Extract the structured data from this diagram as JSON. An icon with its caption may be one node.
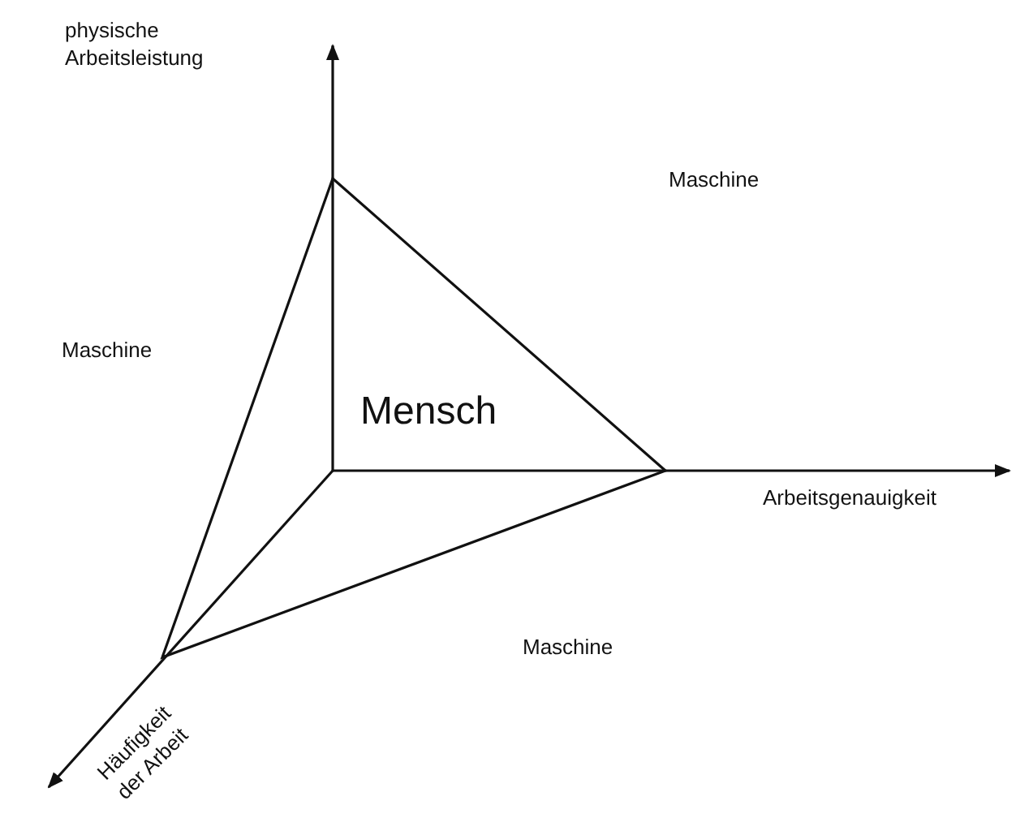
{
  "diagram": {
    "labels": [
      "physische Arbeitsleistung",
      "Maschine",
      "Maschine",
      "Mensch",
      "Arbeitsgenauigkeit",
      "Maschine",
      "Häufigkeit der Arbeit"
    ]
  }
}
